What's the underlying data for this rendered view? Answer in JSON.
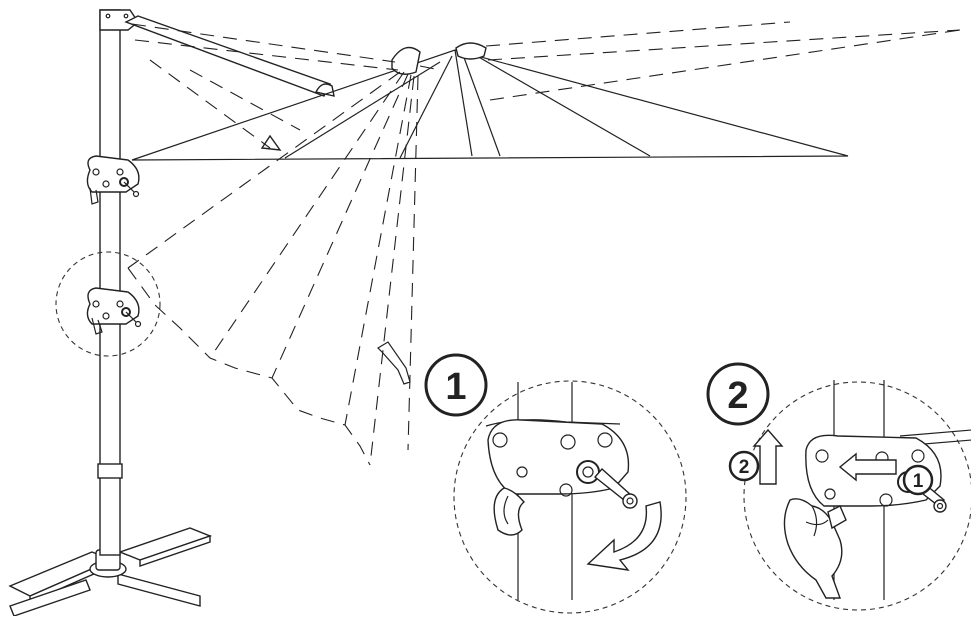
{
  "steps": [
    {
      "label": "1"
    },
    {
      "label": "2"
    }
  ],
  "substeps": [
    {
      "label": "2"
    },
    {
      "label": "1"
    }
  ],
  "colors": {
    "ink": "#222222",
    "paper": "#ffffff"
  }
}
